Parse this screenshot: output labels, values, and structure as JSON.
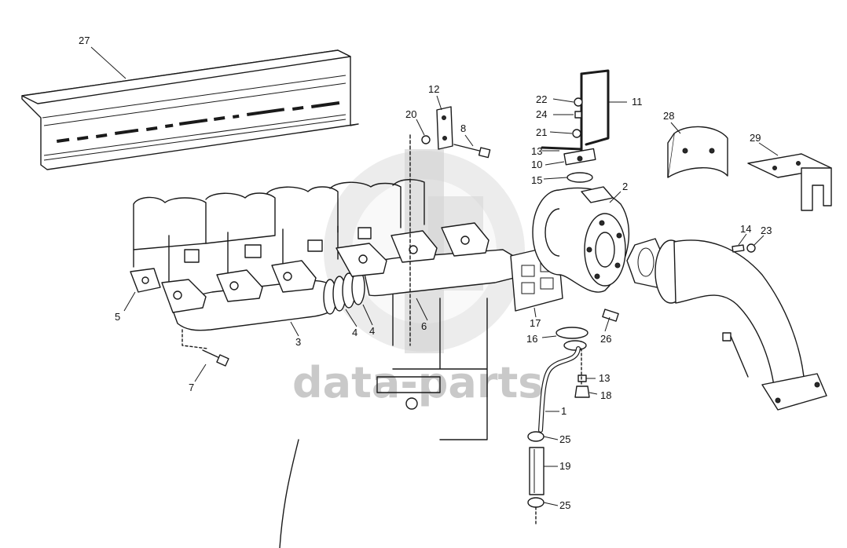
{
  "watermark": {
    "text": "data-parts",
    "color": "#c9c9c9"
  },
  "callouts": [
    {
      "id": "27",
      "label": "27"
    },
    {
      "id": "12",
      "label": "12"
    },
    {
      "id": "20",
      "label": "20"
    },
    {
      "id": "8",
      "label": "8"
    },
    {
      "id": "22",
      "label": "22"
    },
    {
      "id": "24",
      "label": "24"
    },
    {
      "id": "21",
      "label": "21"
    },
    {
      "id": "13a",
      "label": "13"
    },
    {
      "id": "10",
      "label": "10"
    },
    {
      "id": "15",
      "label": "15"
    },
    {
      "id": "11",
      "label": "11"
    },
    {
      "id": "2",
      "label": "2"
    },
    {
      "id": "28",
      "label": "28"
    },
    {
      "id": "29",
      "label": "29"
    },
    {
      "id": "14",
      "label": "14"
    },
    {
      "id": "23",
      "label": "23"
    },
    {
      "id": "5",
      "label": "5"
    },
    {
      "id": "3",
      "label": "3"
    },
    {
      "id": "4a",
      "label": "4"
    },
    {
      "id": "4b",
      "label": "4"
    },
    {
      "id": "6",
      "label": "6"
    },
    {
      "id": "17",
      "label": "17"
    },
    {
      "id": "16",
      "label": "16"
    },
    {
      "id": "26",
      "label": "26"
    },
    {
      "id": "7",
      "label": "7"
    },
    {
      "id": "13b",
      "label": "13"
    },
    {
      "id": "18",
      "label": "18"
    },
    {
      "id": "1",
      "label": "1"
    },
    {
      "id": "25a",
      "label": "25"
    },
    {
      "id": "19",
      "label": "19"
    },
    {
      "id": "25b",
      "label": "25"
    }
  ]
}
